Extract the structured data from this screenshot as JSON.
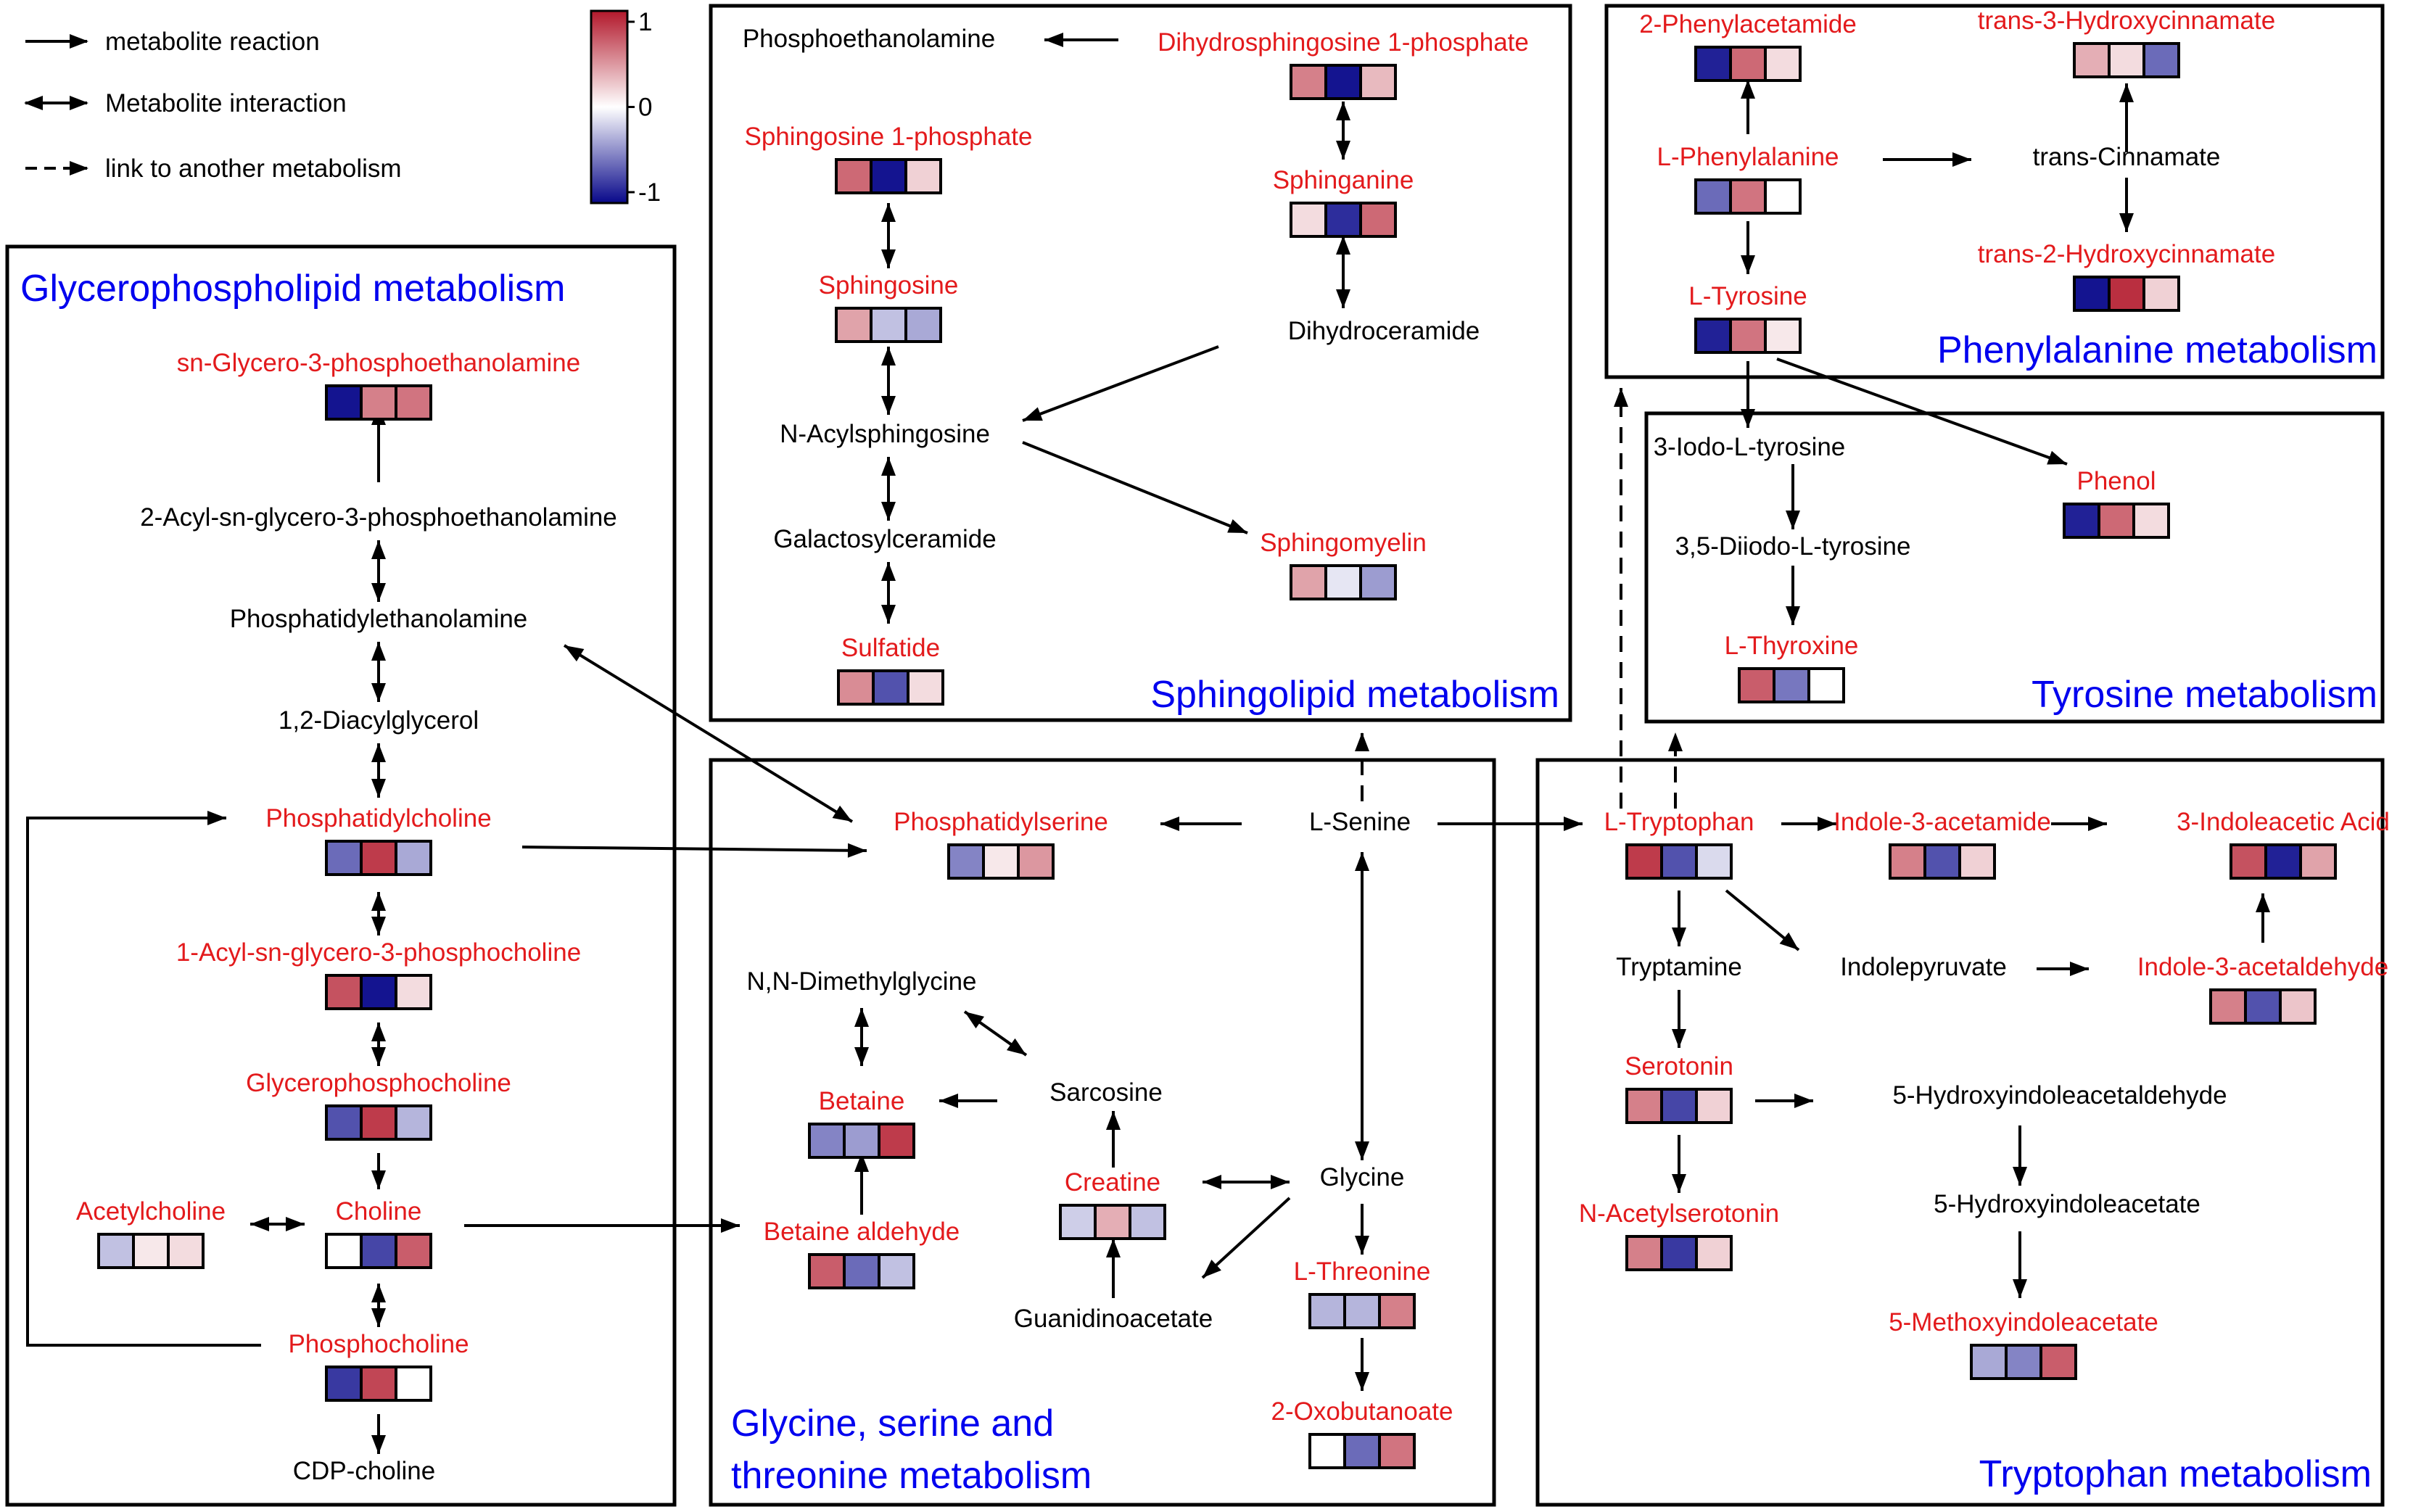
{
  "colors": {
    "met_color": "#e31a1c",
    "plain_color": "#000000",
    "title_color": "#0000ee",
    "scale_max": "#b2182b",
    "scale_mid": "#ffffff",
    "scale_min": "#08088a"
  },
  "legend": {
    "items": [
      {
        "label": "metabolite reaction",
        "arrow": "single-arrow"
      },
      {
        "label": "Metabolite interaction",
        "arrow": "double-arrow"
      },
      {
        "label": "link to another metabolism",
        "arrow": "dashed-arrow"
      }
    ],
    "scale_ticks": [
      {
        "label": "1",
        "value": 1
      },
      {
        "label": "0",
        "value": 0
      },
      {
        "label": "-1",
        "value": -1
      }
    ]
  },
  "pathways": [
    {
      "id": "glycerophospholipid",
      "title": "Glycerophospholipid metabolism"
    },
    {
      "id": "sphingolipid",
      "title": "Sphingolipid metabolism"
    },
    {
      "id": "glycine",
      "title": "Glycine, serine and threonine metabolism",
      "title_lines": [
        "Glycine, serine and",
        "threonine metabolism"
      ]
    },
    {
      "id": "phenylalanine",
      "title": "Phenylalanine metabolism"
    },
    {
      "id": "tyrosine",
      "title": "Tyrosine metabolism"
    },
    {
      "id": "tryptophan",
      "title": "Tryptophan metabolism"
    }
  ],
  "metabolites": [
    {
      "id": "g3pe",
      "label": "sn-Glycero-3-phosphoethanolamine",
      "detected": true,
      "values": [
        -0.95,
        0.55,
        0.6
      ]
    },
    {
      "id": "acylg3pe",
      "label": "2-Acyl-sn-glycero-3-phosphoethanolamine",
      "detected": false
    },
    {
      "id": "pe",
      "label": "Phosphatidylethanolamine",
      "detected": false
    },
    {
      "id": "dag",
      "label": "1,2-Diacylglycerol",
      "detected": false
    },
    {
      "id": "pc",
      "label": "Phosphatidylcholine",
      "detected": true,
      "values": [
        -0.6,
        0.85,
        -0.35
      ]
    },
    {
      "id": "lpc",
      "label": "1-Acyl-sn-glycero-3-phosphocholine",
      "detected": true,
      "values": [
        0.75,
        -0.95,
        0.15
      ]
    },
    {
      "id": "gpc",
      "label": "Glycerophosphocholine",
      "detected": true,
      "values": [
        -0.7,
        0.85,
        -0.3
      ]
    },
    {
      "id": "achol",
      "label": "Acetylcholine",
      "detected": true,
      "values": [
        -0.25,
        0.1,
        0.15
      ]
    },
    {
      "id": "choline",
      "label": "Choline",
      "detected": true,
      "values": [
        0.0,
        -0.75,
        0.7
      ]
    },
    {
      "id": "pcho",
      "label": "Phosphocholine",
      "detected": true,
      "values": [
        -0.8,
        0.8,
        0.0
      ]
    },
    {
      "id": "cdpcho",
      "label": "CDP-choline",
      "detected": false
    },
    {
      "id": "petn",
      "label": "Phosphoethanolamine",
      "detected": false
    },
    {
      "id": "dhs1p",
      "label": "Dihydrosphingosine 1-phosphate",
      "detected": true,
      "values": [
        0.55,
        -0.95,
        0.3
      ]
    },
    {
      "id": "s1p",
      "label": "Sphingosine 1-phosphate",
      "detected": true,
      "values": [
        0.65,
        -0.95,
        0.2
      ]
    },
    {
      "id": "sphinganine",
      "label": "Sphinganine",
      "detected": true,
      "values": [
        0.15,
        -0.85,
        0.65
      ]
    },
    {
      "id": "sphingosine",
      "label": "Sphingosine",
      "detected": true,
      "values": [
        0.4,
        -0.25,
        -0.35
      ]
    },
    {
      "id": "dhcer",
      "label": "Dihydroceramide",
      "detected": false
    },
    {
      "id": "nacyl",
      "label": "N-Acylsphingosine",
      "detected": false
    },
    {
      "id": "galcer",
      "label": "Galactosylceramide",
      "detected": false
    },
    {
      "id": "sm",
      "label": "Sphingomyelin",
      "detected": true,
      "values": [
        0.4,
        -0.1,
        -0.4
      ]
    },
    {
      "id": "sulfatide",
      "label": "Sulfatide",
      "detected": true,
      "values": [
        0.5,
        -0.7,
        0.15
      ]
    },
    {
      "id": "ps",
      "label": "Phosphatidylserine",
      "detected": true,
      "values": [
        -0.5,
        0.1,
        0.45
      ]
    },
    {
      "id": "lser",
      "label": "L-Senine",
      "detected": false
    },
    {
      "id": "dmg",
      "label": "N,N-Dimethylglycine",
      "detected": false
    },
    {
      "id": "betaine",
      "label": "Betaine",
      "detected": true,
      "values": [
        -0.5,
        -0.4,
        0.85
      ]
    },
    {
      "id": "sarcosine",
      "label": "Sarcosine",
      "detected": false
    },
    {
      "id": "creatine",
      "label": "Creatine",
      "detected": true,
      "values": [
        -0.2,
        0.35,
        -0.25
      ]
    },
    {
      "id": "glycine",
      "label": "Glycine",
      "detected": false
    },
    {
      "id": "betald",
      "label": "Betaine aldehyde",
      "detected": true,
      "values": [
        0.7,
        -0.6,
        -0.25
      ]
    },
    {
      "id": "lthr",
      "label": "L-Threonine",
      "detected": true,
      "values": [
        -0.3,
        -0.3,
        0.55
      ]
    },
    {
      "id": "guan",
      "label": "Guanidinoacetate",
      "detected": false
    },
    {
      "id": "oxob",
      "label": "2-Oxobutanoate",
      "detected": true,
      "values": [
        0.0,
        -0.6,
        0.6
      ]
    },
    {
      "id": "phacet",
      "label": "2-Phenylacetamide",
      "detected": true,
      "values": [
        -0.9,
        0.65,
        0.15
      ]
    },
    {
      "id": "t3hc",
      "label": "trans-3-Hydroxycinnamate",
      "detected": true,
      "values": [
        0.35,
        0.15,
        -0.6
      ]
    },
    {
      "id": "lphe",
      "label": "L-Phenylalanine",
      "detected": true,
      "values": [
        -0.6,
        0.6,
        0.0
      ]
    },
    {
      "id": "tcinn",
      "label": "trans-Cinnamate",
      "detected": false
    },
    {
      "id": "t2hc",
      "label": "trans-2-Hydroxycinnamate",
      "detected": true,
      "values": [
        -0.95,
        0.9,
        0.2
      ]
    },
    {
      "id": "ltyr",
      "label": "L-Tyrosine",
      "detected": true,
      "values": [
        -0.9,
        0.6,
        0.1
      ]
    },
    {
      "id": "iodotyr",
      "label": "3-Iodo-L-tyrosine",
      "detected": false
    },
    {
      "id": "diiodotyr",
      "label": "3,5-Diiodo-L-tyrosine",
      "detected": false
    },
    {
      "id": "phenol",
      "label": "Phenol",
      "detected": true,
      "values": [
        -0.9,
        0.65,
        0.15
      ]
    },
    {
      "id": "lthyrox",
      "label": "L-Thyroxine",
      "detected": true,
      "values": [
        0.7,
        -0.55,
        0.0
      ]
    },
    {
      "id": "ltrp",
      "label": "L-Tryptophan",
      "detected": true,
      "values": [
        0.85,
        -0.7,
        -0.15
      ]
    },
    {
      "id": "i3acetamide",
      "label": "Indole-3-acetamide",
      "detected": true,
      "values": [
        0.55,
        -0.7,
        0.2
      ]
    },
    {
      "id": "iaa",
      "label": "3-Indoleacetic Acid",
      "detected": true,
      "values": [
        0.75,
        -0.9,
        0.4
      ]
    },
    {
      "id": "tryptamine",
      "label": "Tryptamine",
      "detected": false
    },
    {
      "id": "indolepyr",
      "label": "Indolepyruvate",
      "detected": false
    },
    {
      "id": "i3ald",
      "label": "Indole-3-acetaldehyde",
      "detected": true,
      "values": [
        0.55,
        -0.7,
        0.25
      ]
    },
    {
      "id": "serotonin",
      "label": "Serotonin",
      "detected": true,
      "values": [
        0.55,
        -0.75,
        0.2
      ]
    },
    {
      "id": "hiald",
      "label": "5-Hydroxyindoleacetaldehyde",
      "detected": false
    },
    {
      "id": "hiaa",
      "label": "5-Hydroxyindoleacetate",
      "detected": false
    },
    {
      "id": "nas",
      "label": "N-Acetylserotonin",
      "detected": true,
      "values": [
        0.55,
        -0.8,
        0.2
      ]
    },
    {
      "id": "mia",
      "label": "5-Methoxyindoleacetate",
      "detected": true,
      "values": [
        -0.35,
        -0.5,
        0.7
      ]
    }
  ]
}
